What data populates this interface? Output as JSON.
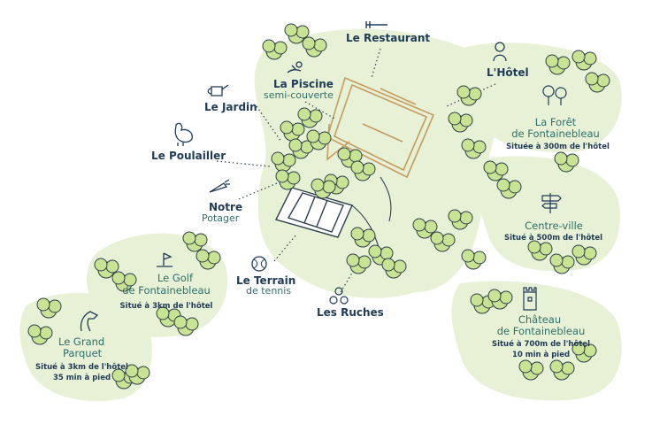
{
  "labels": {
    "restaurant": "Le Restaurant",
    "hotel": "L'Hôtel",
    "piscine": "La Piscine",
    "piscine_sub": "semi-couverte",
    "jardin": "Le Jardin",
    "poulailler": "Le Poulailler",
    "potager_1": "Notre",
    "potager_2": "Potager",
    "terrain_1": "Le Terrain",
    "terrain_2": "de tennis",
    "ruches": "Les Ruches",
    "golf_1": "Le Golf",
    "golf_2": "de Fontainebleau",
    "golf_dist": "Situé à 3km de l'hôtel",
    "parquet_1": "Le Grand",
    "parquet_2": "Parquet",
    "parquet_dist_1": "Situé à 3km  de l'hôtel",
    "parquet_dist_2": "35 min à pied",
    "foret_1": "La Forêt",
    "foret_2": "de Fontainebleau",
    "foret_dist": "Située à 300m de l'hôtel",
    "centre_1": "Centre-ville",
    "centre_dist": "Situé à 500m de l'hôtel",
    "chateau_1": "Château",
    "chateau_2": "de Fontainebleau",
    "chateau_dist_1": "Situé à 700m de l'hôtel",
    "chateau_dist_2": "10 min à pied"
  },
  "icons": [
    "fork-icon",
    "concierge-icon",
    "watering-can-icon",
    "hen-icon",
    "carrot-icon",
    "tennis-ball-icon",
    "honeycomb-icon",
    "golf-flag-icon",
    "horse-icon",
    "trees-icon",
    "signpost-icon",
    "castle-tower-icon",
    "swimmer-icon"
  ],
  "colors": {
    "zone": "#e6f1d5",
    "tree": "#c9e394",
    "ink": "#1f3b57",
    "teal": "#2f6f6a",
    "building": "#c89b5f"
  }
}
